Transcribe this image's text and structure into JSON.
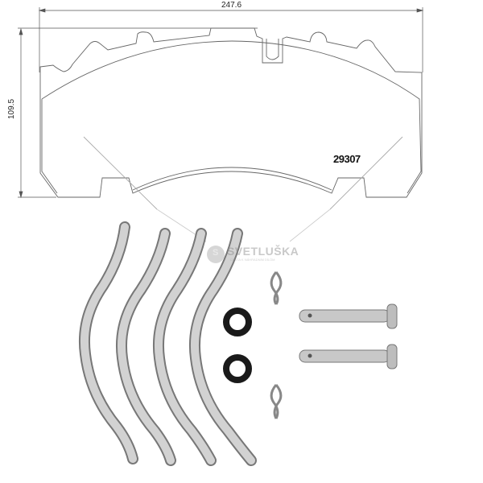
{
  "drawing": {
    "width_dimension": "247.6",
    "height_dimension": "109.5",
    "part_number": "29307"
  },
  "watermark": {
    "brand": "SVETLUŠKA",
    "logo_letter": "S",
    "tagline": "CESTA K NÁHRADNÍM DÍLŮM"
  },
  "kit_contents": {
    "springs": 4,
    "washers": 2,
    "r_clips": 2,
    "pins": 2
  }
}
